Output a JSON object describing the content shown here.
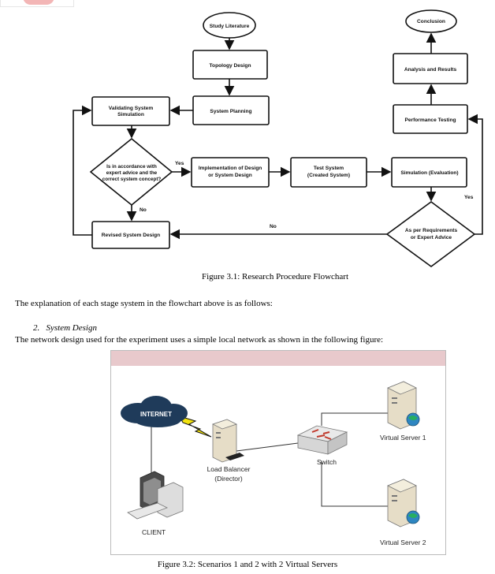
{
  "flowchart": {
    "nodes": {
      "study_literature": "Study Literature",
      "topology_design": "Topology Design",
      "system_planning": "System Planning",
      "validating": [
        "Validating System",
        "Simulation"
      ],
      "decision1": [
        "Is in accordance with",
        "expert advice and the",
        "correct system concept?"
      ],
      "implementation": [
        "Implementation of Design",
        "or System Design"
      ],
      "test_system": [
        "Test System",
        "(Created System)"
      ],
      "simulation": "Simulation (Evaluation)",
      "performance_testing": "Performance Testing",
      "analysis": "Analysis and Results",
      "conclusion": "Conclusion",
      "decision2": [
        "As per Requirements",
        "or Expert Advice"
      ],
      "revised": "Revised System Design"
    },
    "edge_labels": {
      "yes1": "Yes",
      "no1": "No",
      "no2": "No",
      "yes2": "Yes"
    }
  },
  "figure1_caption": "Figure 3.1: Research Procedure Flowchart",
  "explanation": "The explanation of each stage system in the flowchart above is as follows:",
  "section": {
    "number": "2.",
    "title": "System Design"
  },
  "network_intro": "The network design used for the experiment uses a simple local network as shown in the following figure:",
  "network": {
    "internet": "INTERNET",
    "load_balancer": [
      "Load Balancer",
      "(Director)"
    ],
    "switch": "Switch",
    "server1": "Virtual Server 1",
    "server2": "Virtual Server 2",
    "client": "CLIENT",
    "colors": {
      "header_bar": "#e8c9cc",
      "cloud": "#1f3b5a",
      "lightning": "#f2e30f",
      "switch_red": "#c0392b"
    }
  },
  "figure2_caption": "Figure 3.2: Scenarios 1 and 2 with 2 Virtual Servers"
}
